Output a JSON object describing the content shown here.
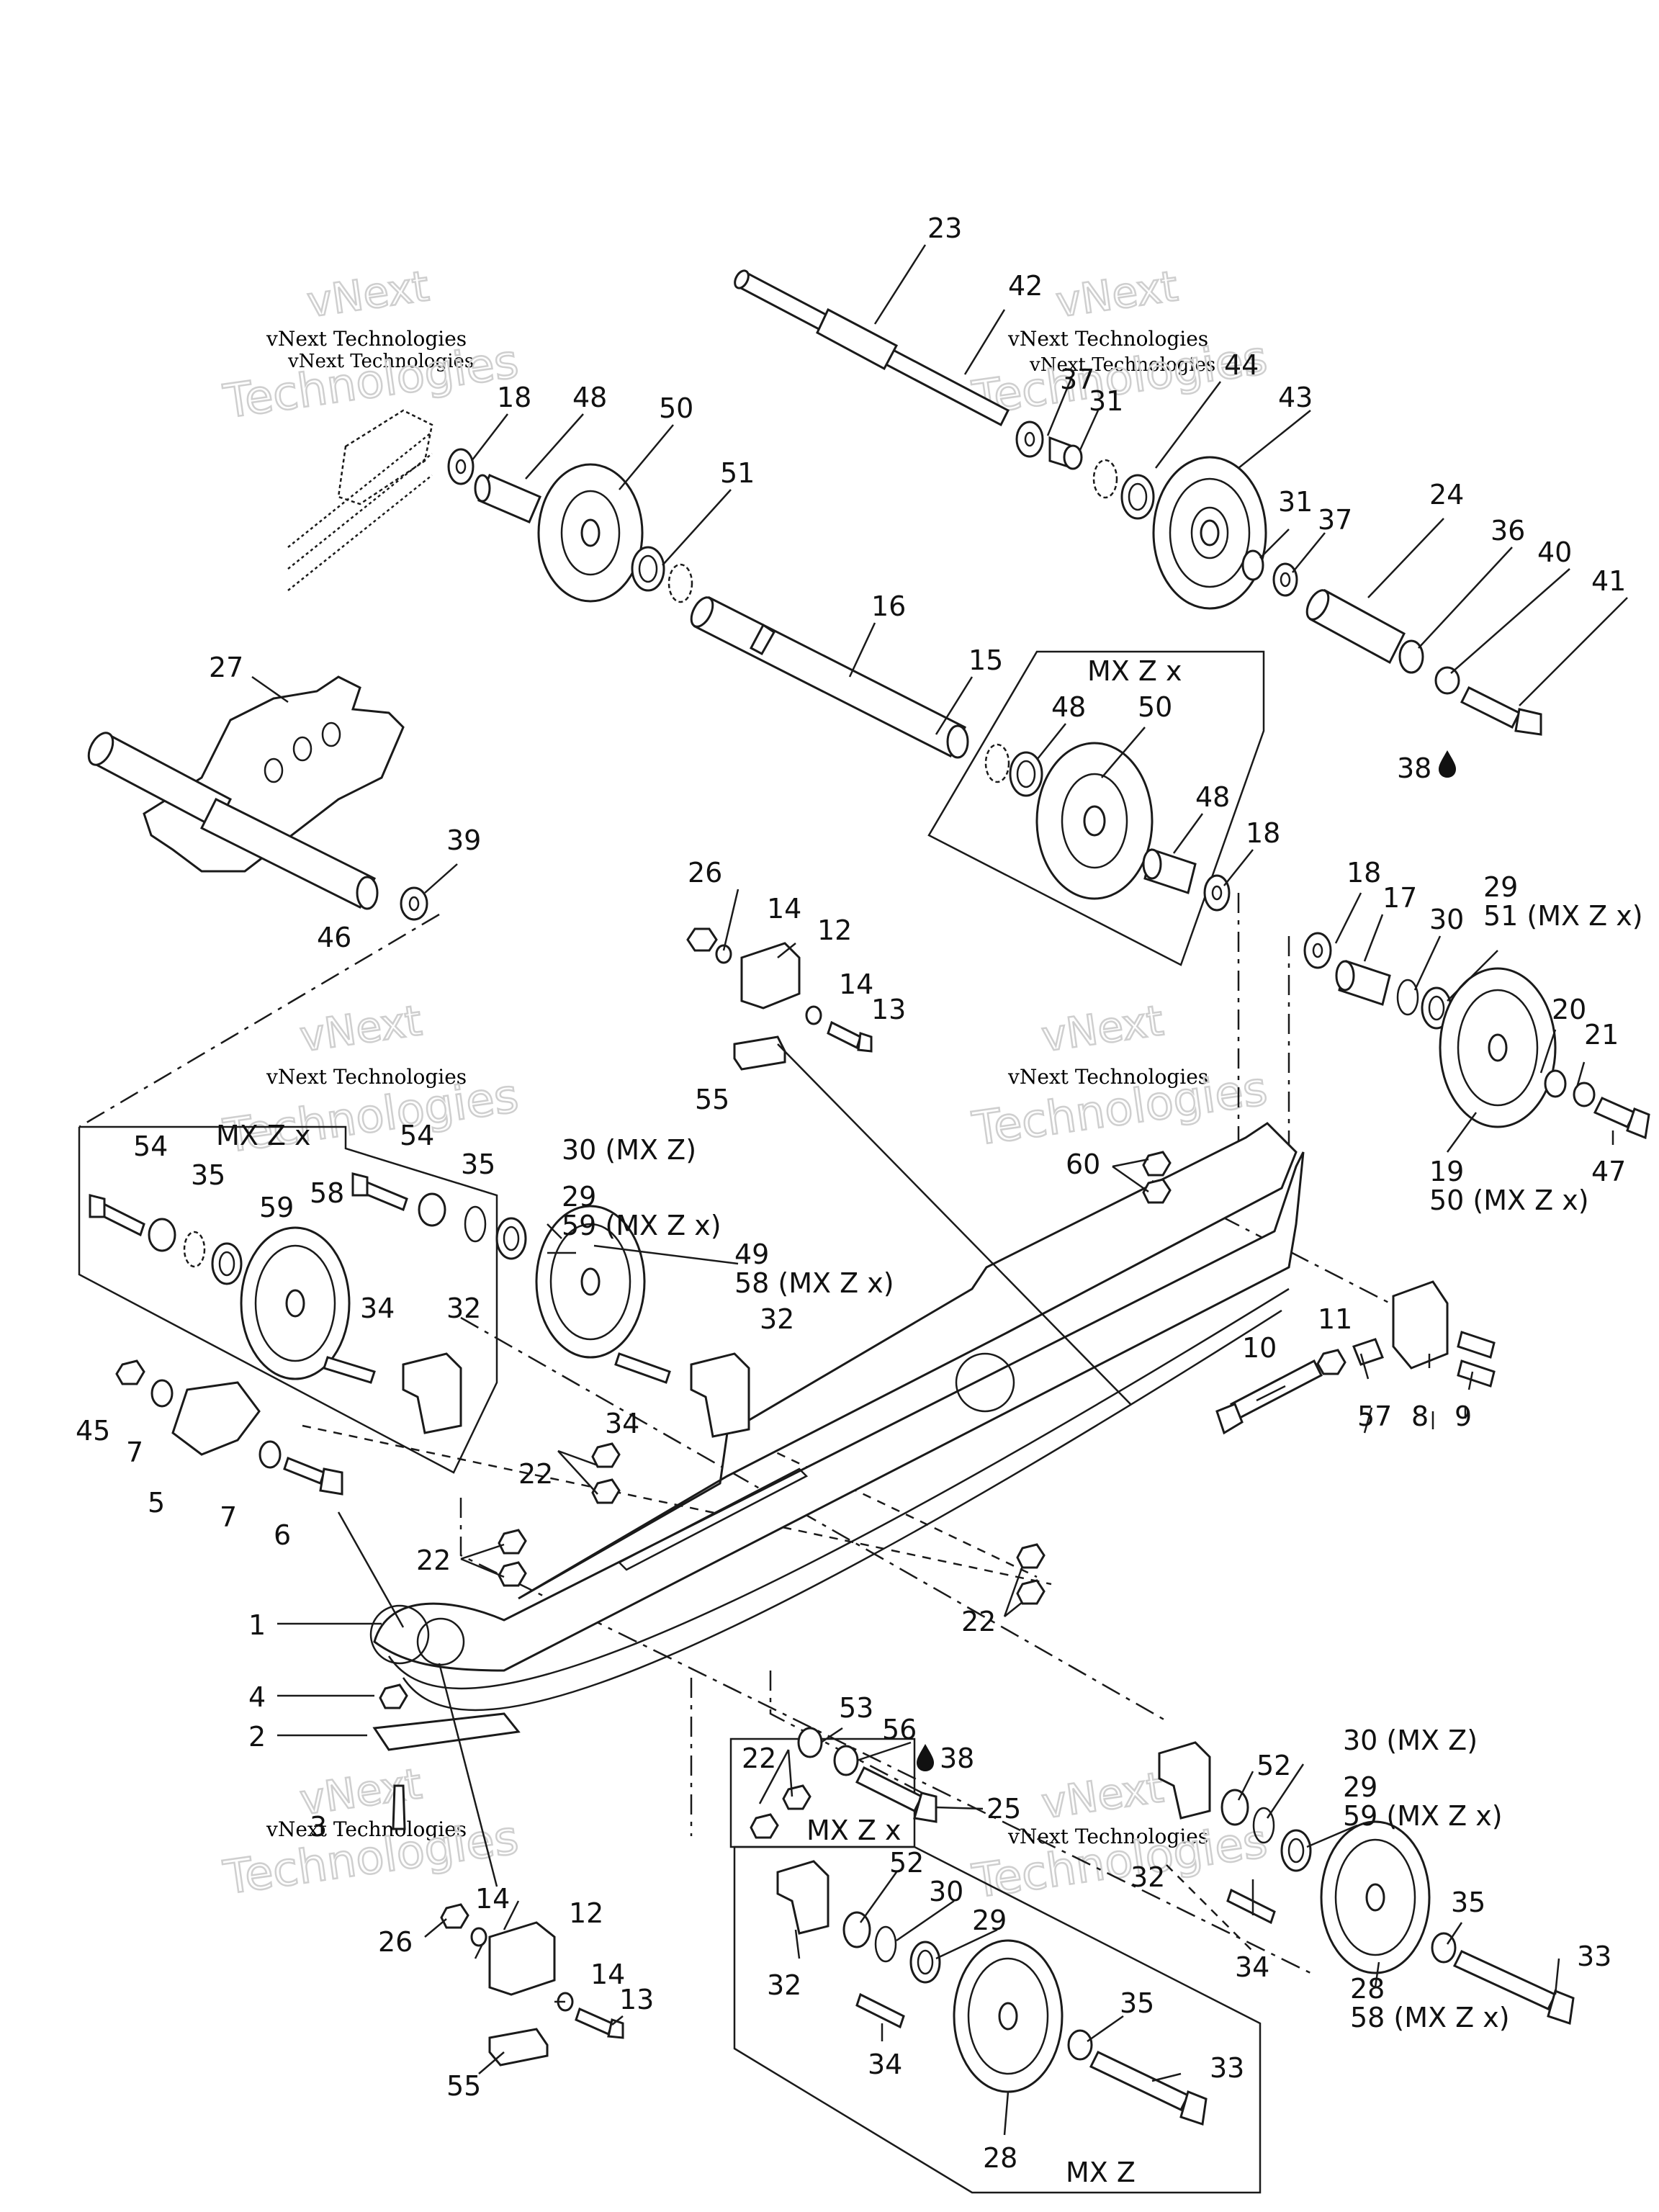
{
  "watermark": {
    "line1": "vNext",
    "line2": "vNext Technologies",
    "line3": "Technologies"
  },
  "labels": {
    "n1": "1",
    "n2": "2",
    "n3": "3",
    "n4": "4",
    "n5": "5",
    "n6": "6",
    "n7a": "7",
    "n7b": "7",
    "n8": "8",
    "n9": "9",
    "n10": "10",
    "n11": "11",
    "n12a": "12",
    "n12b": "12",
    "n13a": "13",
    "n13b": "13",
    "n14a": "14",
    "n14b": "14",
    "n14c": "14",
    "n14d": "14",
    "n15": "15",
    "n16": "16",
    "n17": "17",
    "n18a": "18",
    "n18b": "18",
    "n18c": "18",
    "n19": "19",
    "n20": "20",
    "n21": "21",
    "n22a": "22",
    "n22b": "22",
    "n22c": "22",
    "n22d": "22",
    "n23": "23",
    "n24": "24",
    "n25": "25",
    "n26a": "26",
    "n26b": "26",
    "n27": "27",
    "n28a": "28",
    "n28b": "28",
    "n29a": "29",
    "n29b": "29",
    "n29c": "29",
    "n29d": "29",
    "n30a": "30",
    "n30b": "30",
    "n31a": "31",
    "n31b": "31",
    "n32a": "32",
    "n32b": "32",
    "n32c": "32",
    "n32d": "32",
    "n33a": "33",
    "n33b": "33",
    "n34a": "34",
    "n34b": "34",
    "n34c": "34",
    "n34d": "34",
    "n35a": "35",
    "n35b": "35",
    "n35c": "35",
    "n35d": "35",
    "n36": "36",
    "n37a": "37",
    "n37b": "37",
    "n38a": "38",
    "n38b": "38",
    "n39": "39",
    "n40": "40",
    "n41": "41",
    "n42": "42",
    "n43": "43",
    "n44": "44",
    "n45": "45",
    "n46": "46",
    "n47": "47",
    "n48a": "48",
    "n48b": "48",
    "n48c": "48",
    "n49": "49",
    "n50a": "50",
    "n50b": "50",
    "n51": "51",
    "n52a": "52",
    "n52b": "52",
    "n53": "53",
    "n54a": "54",
    "n54b": "54",
    "n55a": "55",
    "n55b": "55",
    "n56": "56",
    "n57": "57",
    "n58a": "58",
    "n59a": "59",
    "n60": "60",
    "t30mxz_a": "30 (MX Z)",
    "t30mxz_b": "30 (MX Z)",
    "t59mxzx_a": "59 (MX Z x)",
    "t59mxzx_b": "59 (MX Z x)",
    "t58mxzx_a": "58 (MX Z x)",
    "t58mxzx_b": "58 (MX Z x)",
    "t51mxzx": "51 (MX Z x)",
    "t50mxzx": "50 (MX Z x)",
    "box_mxzx_top": "MX Z x",
    "box_mxzx_left": "MX Z x",
    "box_mxzx_mid": "MX Z x",
    "box_mxz_bottom": "MX Z"
  },
  "icons": [
    "oil-drop-icon"
  ],
  "colors": {
    "line": "#1a1a1a",
    "watermark": "#cfcfcf"
  }
}
